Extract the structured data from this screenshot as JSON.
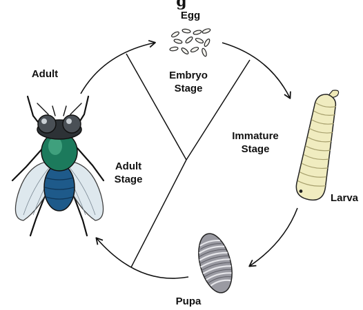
{
  "diagram": {
    "title_fragment": "g",
    "nodes": {
      "egg": "Egg",
      "larva": "Larva",
      "pupa": "Pupa",
      "adult": "Adult"
    },
    "stages": {
      "embryo": [
        "Embryo",
        "Stage"
      ],
      "immature": [
        "Immature",
        "Stage"
      ],
      "adult": [
        "Adult",
        "Stage"
      ]
    }
  },
  "colors": {
    "line": "#111111",
    "fly_eye": "#3a3f44",
    "fly_thorax": "#1c7a5c",
    "fly_abdomen": "#1e5a8a",
    "wing": "#d6e2ea",
    "larva": "#f0ecc0",
    "pupa": "#8e8e96"
  },
  "icons": [
    "egg-cluster-icon",
    "larva-icon",
    "pupa-icon",
    "fly-icon"
  ]
}
